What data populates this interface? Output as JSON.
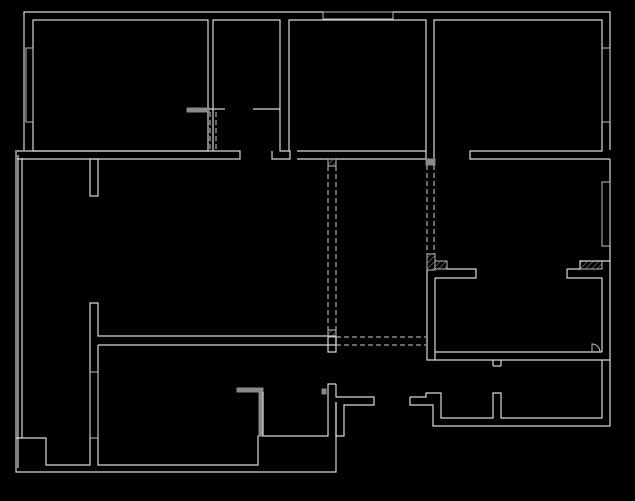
{
  "drawing": {
    "background_color": "#000000",
    "line_color": "#d8d8d8",
    "accent_gray": "#8a8a8a",
    "rooms": [
      {
        "name": "top-left-room"
      },
      {
        "name": "top-small-room"
      },
      {
        "name": "top-center-room"
      },
      {
        "name": "top-right-room"
      },
      {
        "name": "large-left-room"
      },
      {
        "name": "center-corridor"
      },
      {
        "name": "right-middle-room"
      },
      {
        "name": "bottom-left-room"
      },
      {
        "name": "bottom-right-balcony"
      }
    ]
  }
}
